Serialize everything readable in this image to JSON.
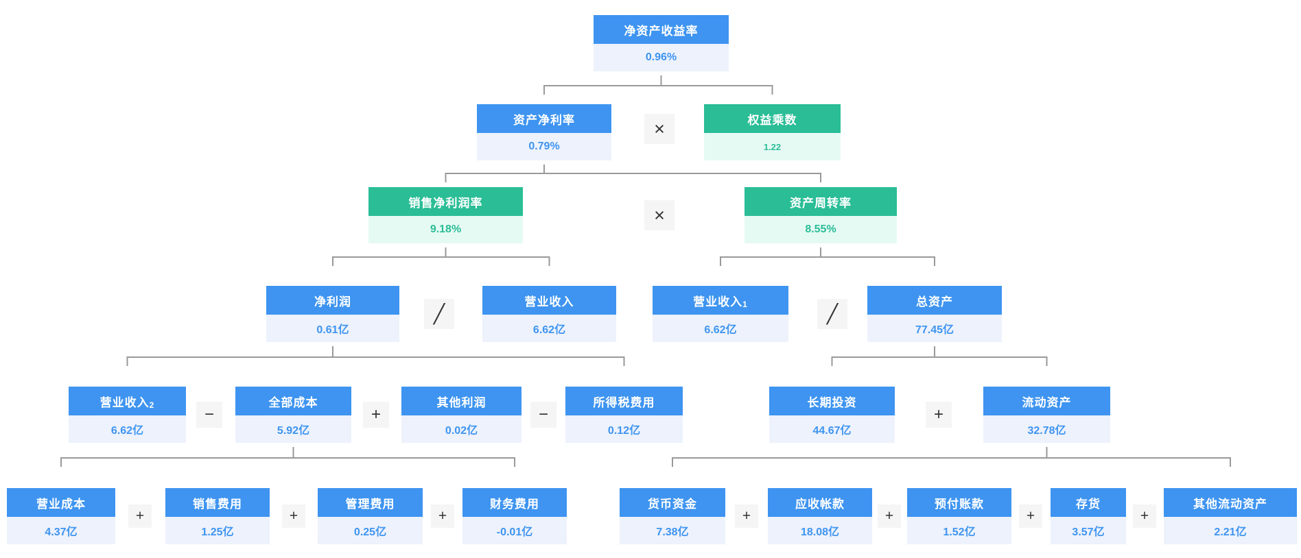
{
  "colors": {
    "blue_header": "#3e94f0",
    "blue_value_bg": "#edf2fc",
    "green_header": "#2abd96",
    "green_value_bg": "#e6faf4",
    "operator_bg": "#f5f5f5",
    "operator_text": "#333333",
    "connector": "#999999"
  },
  "chart_data": {
    "type": "table",
    "title": "净资产收益率杜邦分析树",
    "tree": "净资产收益率 = 资产净利率 × 权益乘数; 资产净利率 = 销售净利润率 × 资产周转率; 销售净利润率 = 净利润 / 营业收入; 资产周转率 = 营业收入 / 总资产; 净利润 = 营业收入 - 全部成本 + 其他利润 - 所得税费用; 全部成本 = 营业成本 + 销售费用 + 管理费用 + 财务费用; 总资产 = 长期投资 + 流动资产; 流动资产 = 货币资金 + 应收帐款 + 预付账款 + 存货 + 其他流动资产"
  },
  "nodes": [
    {
      "id": "roe",
      "label": "净资产收益率",
      "value": "0.96%",
      "scheme": "blue"
    },
    {
      "id": "roa",
      "label": "资产净利率",
      "value": "0.79%",
      "scheme": "blue"
    },
    {
      "id": "equity-multiplier",
      "label": "权益乘数",
      "value": "1.22",
      "scheme": "green"
    },
    {
      "id": "net-profit-margin",
      "label": "销售净利润率",
      "value": "9.18%",
      "scheme": "green"
    },
    {
      "id": "asset-turnover",
      "label": "资产周转率",
      "value": "8.55%",
      "scheme": "green"
    },
    {
      "id": "net-profit",
      "label": "净利润",
      "value": "0.61亿",
      "scheme": "blue"
    },
    {
      "id": "revenue",
      "label": "营业收入",
      "value": "6.62亿",
      "scheme": "blue"
    },
    {
      "id": "revenue-1",
      "label": "营业收入",
      "label_suffix": "1",
      "value": "6.62亿",
      "scheme": "blue"
    },
    {
      "id": "total-assets",
      "label": "总资产",
      "value": "77.45亿",
      "scheme": "blue"
    },
    {
      "id": "revenue-2",
      "label": "营业收入",
      "label_suffix": "2",
      "value": "6.62亿",
      "scheme": "blue"
    },
    {
      "id": "total-cost",
      "label": "全部成本",
      "value": "5.92亿",
      "scheme": "blue"
    },
    {
      "id": "other-profit",
      "label": "其他利润",
      "value": "0.02亿",
      "scheme": "blue"
    },
    {
      "id": "income-tax",
      "label": "所得税费用",
      "value": "0.12亿",
      "scheme": "blue"
    },
    {
      "id": "long-term-investment",
      "label": "长期投资",
      "value": "44.67亿",
      "scheme": "blue"
    },
    {
      "id": "current-assets",
      "label": "流动资产",
      "value": "32.78亿",
      "scheme": "blue"
    },
    {
      "id": "operating-cost",
      "label": "营业成本",
      "value": "4.37亿",
      "scheme": "blue"
    },
    {
      "id": "selling-expense",
      "label": "销售费用",
      "value": "1.25亿",
      "scheme": "blue"
    },
    {
      "id": "admin-expense",
      "label": "管理费用",
      "value": "0.25亿",
      "scheme": "blue"
    },
    {
      "id": "finance-expense",
      "label": "财务费用",
      "value": "-0.01亿",
      "scheme": "blue"
    },
    {
      "id": "cash",
      "label": "货币资金",
      "value": "7.38亿",
      "scheme": "blue"
    },
    {
      "id": "receivables",
      "label": "应收帐款",
      "value": "18.08亿",
      "scheme": "blue"
    },
    {
      "id": "prepayments",
      "label": "预付账款",
      "value": "1.52亿",
      "scheme": "blue"
    },
    {
      "id": "inventory",
      "label": "存货",
      "value": "3.57亿",
      "scheme": "blue"
    },
    {
      "id": "other-current-assets",
      "label": "其他流动资产",
      "value": "2.21亿",
      "scheme": "blue"
    }
  ],
  "operators": [
    {
      "id": "multiply-1",
      "symbol": "×"
    },
    {
      "id": "multiply-2",
      "symbol": "×"
    },
    {
      "id": "divide-1",
      "symbol": "╱"
    },
    {
      "id": "divide-2",
      "symbol": "╱"
    },
    {
      "id": "minus-1",
      "symbol": "−"
    },
    {
      "id": "plus-1",
      "symbol": "+"
    },
    {
      "id": "minus-2",
      "symbol": "−"
    },
    {
      "id": "plus-2",
      "symbol": "+"
    },
    {
      "id": "plus-3",
      "symbol": "+"
    },
    {
      "id": "plus-4",
      "symbol": "+"
    },
    {
      "id": "plus-5",
      "symbol": "+"
    },
    {
      "id": "plus-6",
      "symbol": "+"
    },
    {
      "id": "plus-7",
      "symbol": "+"
    },
    {
      "id": "plus-8",
      "symbol": "+"
    },
    {
      "id": "plus-9",
      "symbol": "+"
    }
  ]
}
